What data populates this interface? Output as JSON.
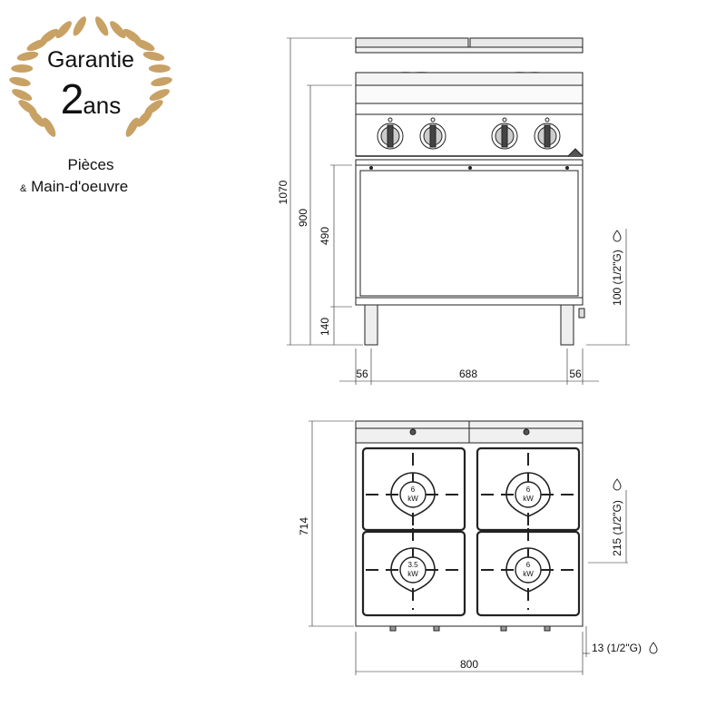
{
  "badge": {
    "line1": "Garantie",
    "years_number": "2",
    "years_word": "ans",
    "line3": "Pièces",
    "line4_amp": "&",
    "line4_text": "Main-d'oeuvre",
    "laurel_color": "#c8a165"
  },
  "front_view": {
    "height_total": "1070",
    "height_worktop": "900",
    "height_cabinet": "490",
    "height_legs": "140",
    "gas_inlet_height": "100 (1/2\"G)",
    "width_left": "56",
    "width_center": "688",
    "width_right": "56"
  },
  "top_view": {
    "depth": "714",
    "gas_inlet_side": "215 (1/2\"G)",
    "gas_inlet_rear": "13 (1/2\"G)",
    "width": "800",
    "burners": [
      {
        "power": "6",
        "unit": "kW"
      },
      {
        "power": "6",
        "unit": "kW"
      },
      {
        "power": "3.5",
        "unit": "kW"
      },
      {
        "power": "6",
        "unit": "kW"
      }
    ]
  }
}
